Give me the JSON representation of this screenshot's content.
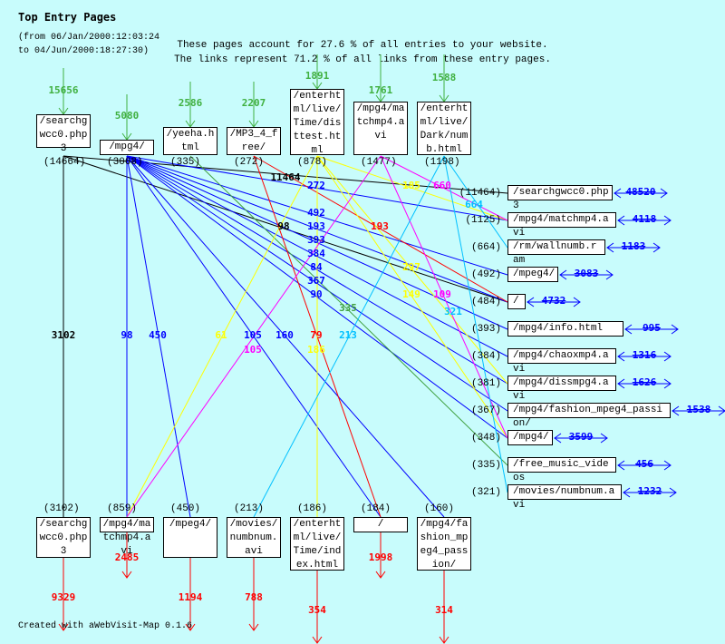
{
  "title": "Top Entry Pages",
  "period_line1": "(from 06/Jan/2000:12:03:24",
  "period_line2": "to 04/Jun/2000:18:27:30)",
  "summary_line1": "These pages account for 27.6 % of all entries to your website.",
  "summary_line2": "The links represent 71.2 % of all links from these entry pages.",
  "footer": "Created with aWebVisit-Map 0.1.6",
  "colors": {
    "entry": "#40b040",
    "exit": "#ff0000",
    "continue": "#0000ff",
    "background": "#c8fcfc"
  },
  "entry_pages": [
    {
      "page": "/searchgwcc0.php3",
      "entries": "15656",
      "count": "(14664)"
    },
    {
      "page": "/mpg4/",
      "entries": "5080",
      "count": "(3068)"
    },
    {
      "page": "/yeeha.html",
      "entries": "2586",
      "count": "(335)"
    },
    {
      "page": "/MP3_4_free/",
      "entries": "2207",
      "count": "(272)"
    },
    {
      "page": "/enterhtml/live/Time/disttest.html",
      "entries": "1891",
      "count": "(878)"
    },
    {
      "page": "/mpg4/matchmp4.avi",
      "entries": "1761",
      "count": "(1477)"
    },
    {
      "page": "/enterhtml/live/Dark/numb.html",
      "entries": "1588",
      "count": "(1198)"
    }
  ],
  "right_targets": [
    {
      "page": "/searchgwcc0.php3",
      "count": "(11464)",
      "onward": "48520"
    },
    {
      "page": "/mpg4/matchmp4.avi",
      "count": "(1125)",
      "onward": "4118"
    },
    {
      "page": "/rm/wallnumb.ram",
      "count": "(664)",
      "onward": "1183"
    },
    {
      "page": "/mpeg4/",
      "count": "(492)",
      "onward": "3083"
    },
    {
      "page": "/",
      "count": "(484)",
      "onward": "4732"
    },
    {
      "page": "/mpg4/info.html",
      "count": "(393)",
      "onward": "995"
    },
    {
      "page": "/mpg4/chaoxmp4.avi",
      "count": "(384)",
      "onward": "1316"
    },
    {
      "page": "/mpg4/dissmpg4.avi",
      "count": "(381)",
      "onward": "1626"
    },
    {
      "page": "/mpg4/fashion_mpeg4_passion/",
      "count": "(367)",
      "onward": "1538"
    },
    {
      "page": "/mpg4/",
      "count": "(348)",
      "onward": "3599"
    },
    {
      "page": "/free_music_videos",
      "count": "(335)",
      "onward": "456"
    },
    {
      "page": "/movies/numbnum.avi",
      "count": "(321)",
      "onward": "1232"
    }
  ],
  "bottom_targets": [
    {
      "page": "/searchgwcc0.php3",
      "count": "(3102)",
      "exits": "9329"
    },
    {
      "page": "/mpg4/matchmp4.avi",
      "count": "(859)",
      "exits": "2485"
    },
    {
      "page": "/mpeg4/",
      "count": "(450)",
      "exits": "1194"
    },
    {
      "page": "/movies/numbnum.avi",
      "count": "(213)",
      "exits": "788"
    },
    {
      "page": "/enterhtml/live/Time/index.html",
      "count": "(186)",
      "exits": "354"
    },
    {
      "page": "/",
      "count": "(184)",
      "exits": "1998"
    },
    {
      "page": "/mpg4/fashion_mpeg4_passion/",
      "count": "(160)",
      "exits": "314"
    }
  ],
  "links": [
    {
      "from": 0,
      "to": "r0",
      "value": "11464",
      "color": "#000000"
    },
    {
      "from": 0,
      "to": "b0",
      "value": "3102",
      "color": "#000000"
    },
    {
      "from": 0,
      "to": "r4",
      "value": "98",
      "color": "#000000"
    },
    {
      "from": 1,
      "to": "r1",
      "value": "272",
      "color": "#0000ff"
    },
    {
      "from": 1,
      "to": "r3",
      "value": "492",
      "color": "#0000ff"
    },
    {
      "from": 1,
      "to": "r4",
      "value": "193",
      "color": "#0000ff"
    },
    {
      "from": 1,
      "to": "r5",
      "value": "393",
      "color": "#0000ff"
    },
    {
      "from": 1,
      "to": "r6",
      "value": "384",
      "color": "#0000ff"
    },
    {
      "from": 1,
      "to": "r7",
      "value": "84",
      "color": "#0000ff"
    },
    {
      "from": 1,
      "to": "r8",
      "value": "367",
      "color": "#0000ff"
    },
    {
      "from": 1,
      "to": "r9",
      "value": "90",
      "color": "#0000ff"
    },
    {
      "from": 1,
      "to": "b1",
      "value": "98",
      "color": "#0000ff"
    },
    {
      "from": 1,
      "to": "b2",
      "value": "450",
      "color": "#0000ff"
    },
    {
      "from": 1,
      "to": "b5",
      "value": "105",
      "color": "#0000ff"
    },
    {
      "from": 1,
      "to": "b6",
      "value": "160",
      "color": "#0000ff"
    },
    {
      "from": 2,
      "to": "r10",
      "value": "335",
      "color": "#40a040"
    },
    {
      "from": 3,
      "to": "r4",
      "value": "193",
      "color": "#ff0000"
    },
    {
      "from": 3,
      "to": "b5",
      "value": "79",
      "color": "#ff0000"
    },
    {
      "from": 4,
      "to": "r1",
      "value": "185",
      "color": "#ffff00"
    },
    {
      "from": 4,
      "to": "r7",
      "value": "297",
      "color": "#ffff00"
    },
    {
      "from": 4,
      "to": "r9",
      "value": "149",
      "color": "#ffff00"
    },
    {
      "from": 4,
      "to": "b1",
      "value": "61",
      "color": "#ffff00"
    },
    {
      "from": 4,
      "to": "b4",
      "value": "186",
      "color": "#ffff00"
    },
    {
      "from": 5,
      "to": "r1",
      "value": "660",
      "color": "#ff00ff"
    },
    {
      "from": 5,
      "to": "r9",
      "value": "109",
      "color": "#ff00ff"
    },
    {
      "from": 5,
      "to": "b1",
      "value": "105",
      "color": "#ff00ff"
    },
    {
      "from": 6,
      "to": "r2",
      "value": "664",
      "color": "#00c0ff"
    },
    {
      "from": 6,
      "to": "r11",
      "value": "321",
      "color": "#00c0ff"
    },
    {
      "from": 6,
      "to": "b3",
      "value": "213",
      "color": "#00c0ff"
    }
  ]
}
